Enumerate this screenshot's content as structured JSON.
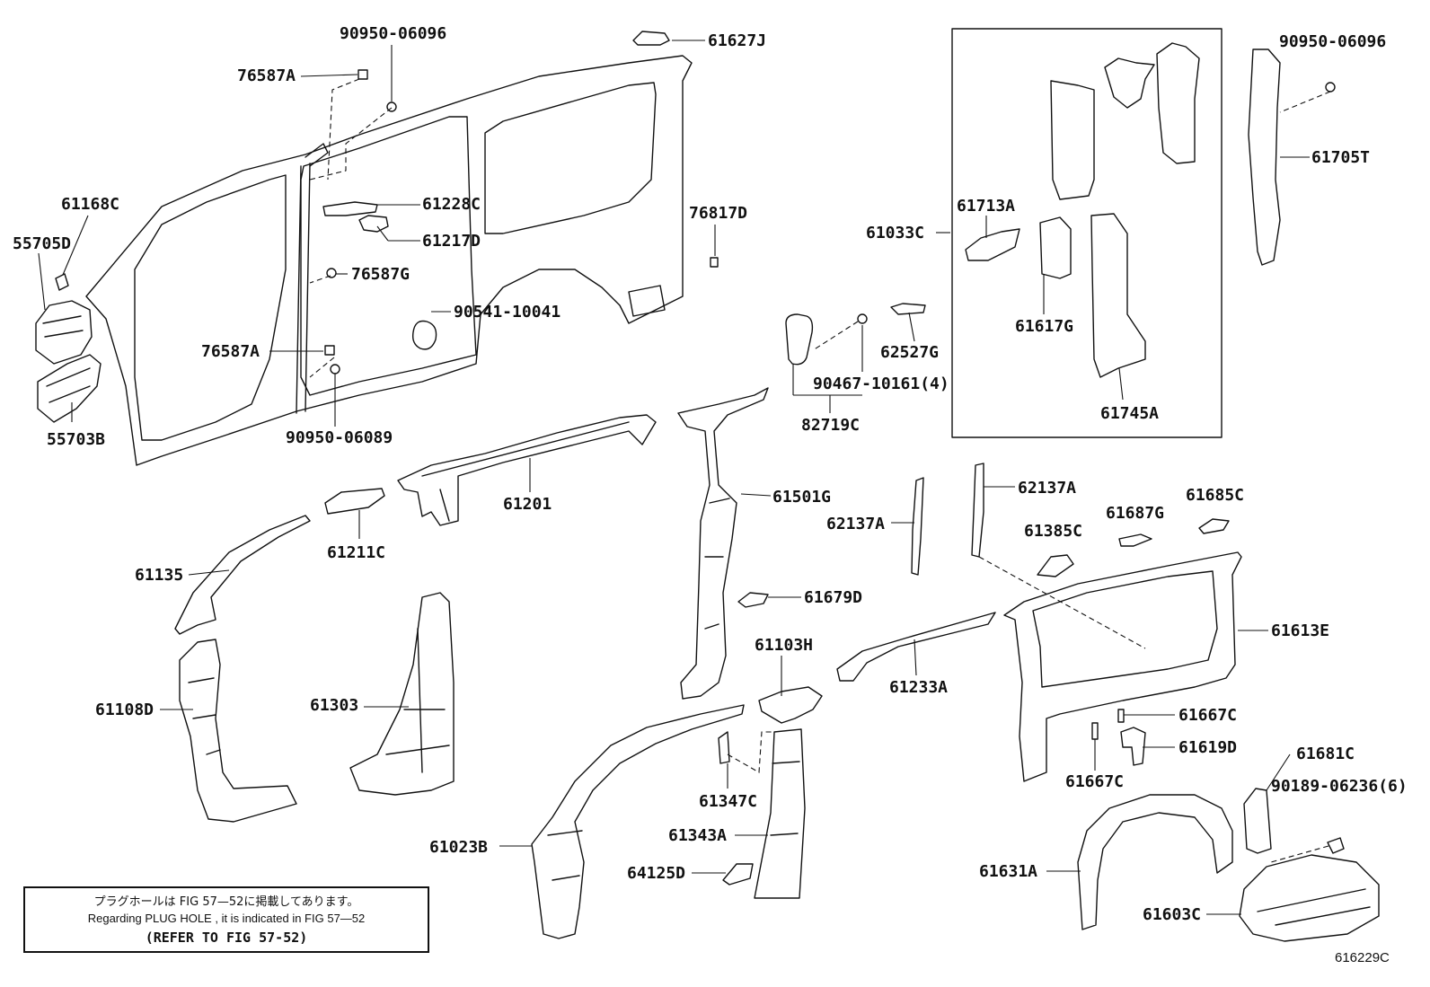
{
  "labels": {
    "p_90950_06096_top": "90950-06096",
    "p_61627J": "61627J",
    "p_76587A_top": "76587A",
    "p_61168C": "61168C",
    "p_55705D": "55705D",
    "p_61228C": "61228C",
    "p_61217D": "61217D",
    "p_76587G": "76587G",
    "p_90541_10041": "90541-10041",
    "p_76587A_mid": "76587A",
    "p_55703B": "55703B",
    "p_90950_06089": "90950-06089",
    "p_76817D": "76817D",
    "p_61033C": "61033C",
    "p_61713A": "61713A",
    "p_61617G": "61617G",
    "p_61745A": "61745A",
    "p_90950_06096_right": "90950-06096",
    "p_61705T": "61705T",
    "p_62527G": "62527G",
    "p_90467_10161": "90467-10161(4)",
    "p_82719C": "82719C",
    "p_61201": "61201",
    "p_61501G": "61501G",
    "p_62137A_left": "62137A",
    "p_62137A_right": "62137A",
    "p_61385C": "61385C",
    "p_61687G": "61687G",
    "p_61685C": "61685C",
    "p_61211C": "61211C",
    "p_61135": "61135",
    "p_61679D": "61679D",
    "p_61613E": "61613E",
    "p_61103H": "61103H",
    "p_61233A": "61233A",
    "p_61108D": "61108D",
    "p_61303": "61303",
    "p_61667C_right": "61667C",
    "p_61619D": "61619D",
    "p_61667C_left": "61667C",
    "p_61681C": "61681C",
    "p_90189_06236": "90189-06236(6)",
    "p_61347C": "61347C",
    "p_61343A": "61343A",
    "p_61023B": "61023B",
    "p_64125D": "64125D",
    "p_61631A": "61631A",
    "p_61603C": "61603C"
  },
  "note": {
    "jp": "プラグホールは FIG 57—52に掲載してあります。",
    "en": "Regarding  PLUG  HOLE , it is indicated in FIG  57—52",
    "ref": "(REFER TO FIG 57-52)"
  },
  "drawing_code": "616229C"
}
